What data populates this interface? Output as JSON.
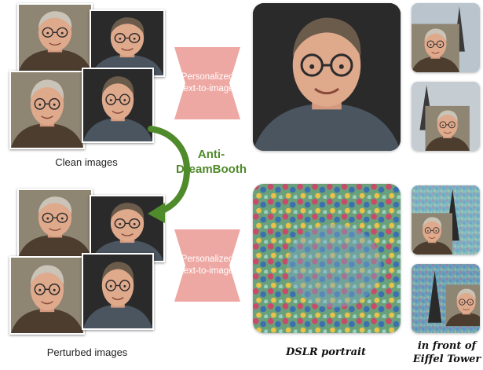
{
  "arrow_label": "Personalized text-to-image",
  "method_name_line1": "Anti-",
  "method_name_line2": "DreamBooth",
  "clean_caption": "Clean images",
  "perturbed_caption": "Perturbed images",
  "prompt_portrait": "DSLR portrait",
  "prompt_eiffel_line1": "in front of",
  "prompt_eiffel_line2": "Eiffel Tower",
  "colors": {
    "bowtie": "#eea8a3",
    "method_green": "#4f8a2b"
  }
}
